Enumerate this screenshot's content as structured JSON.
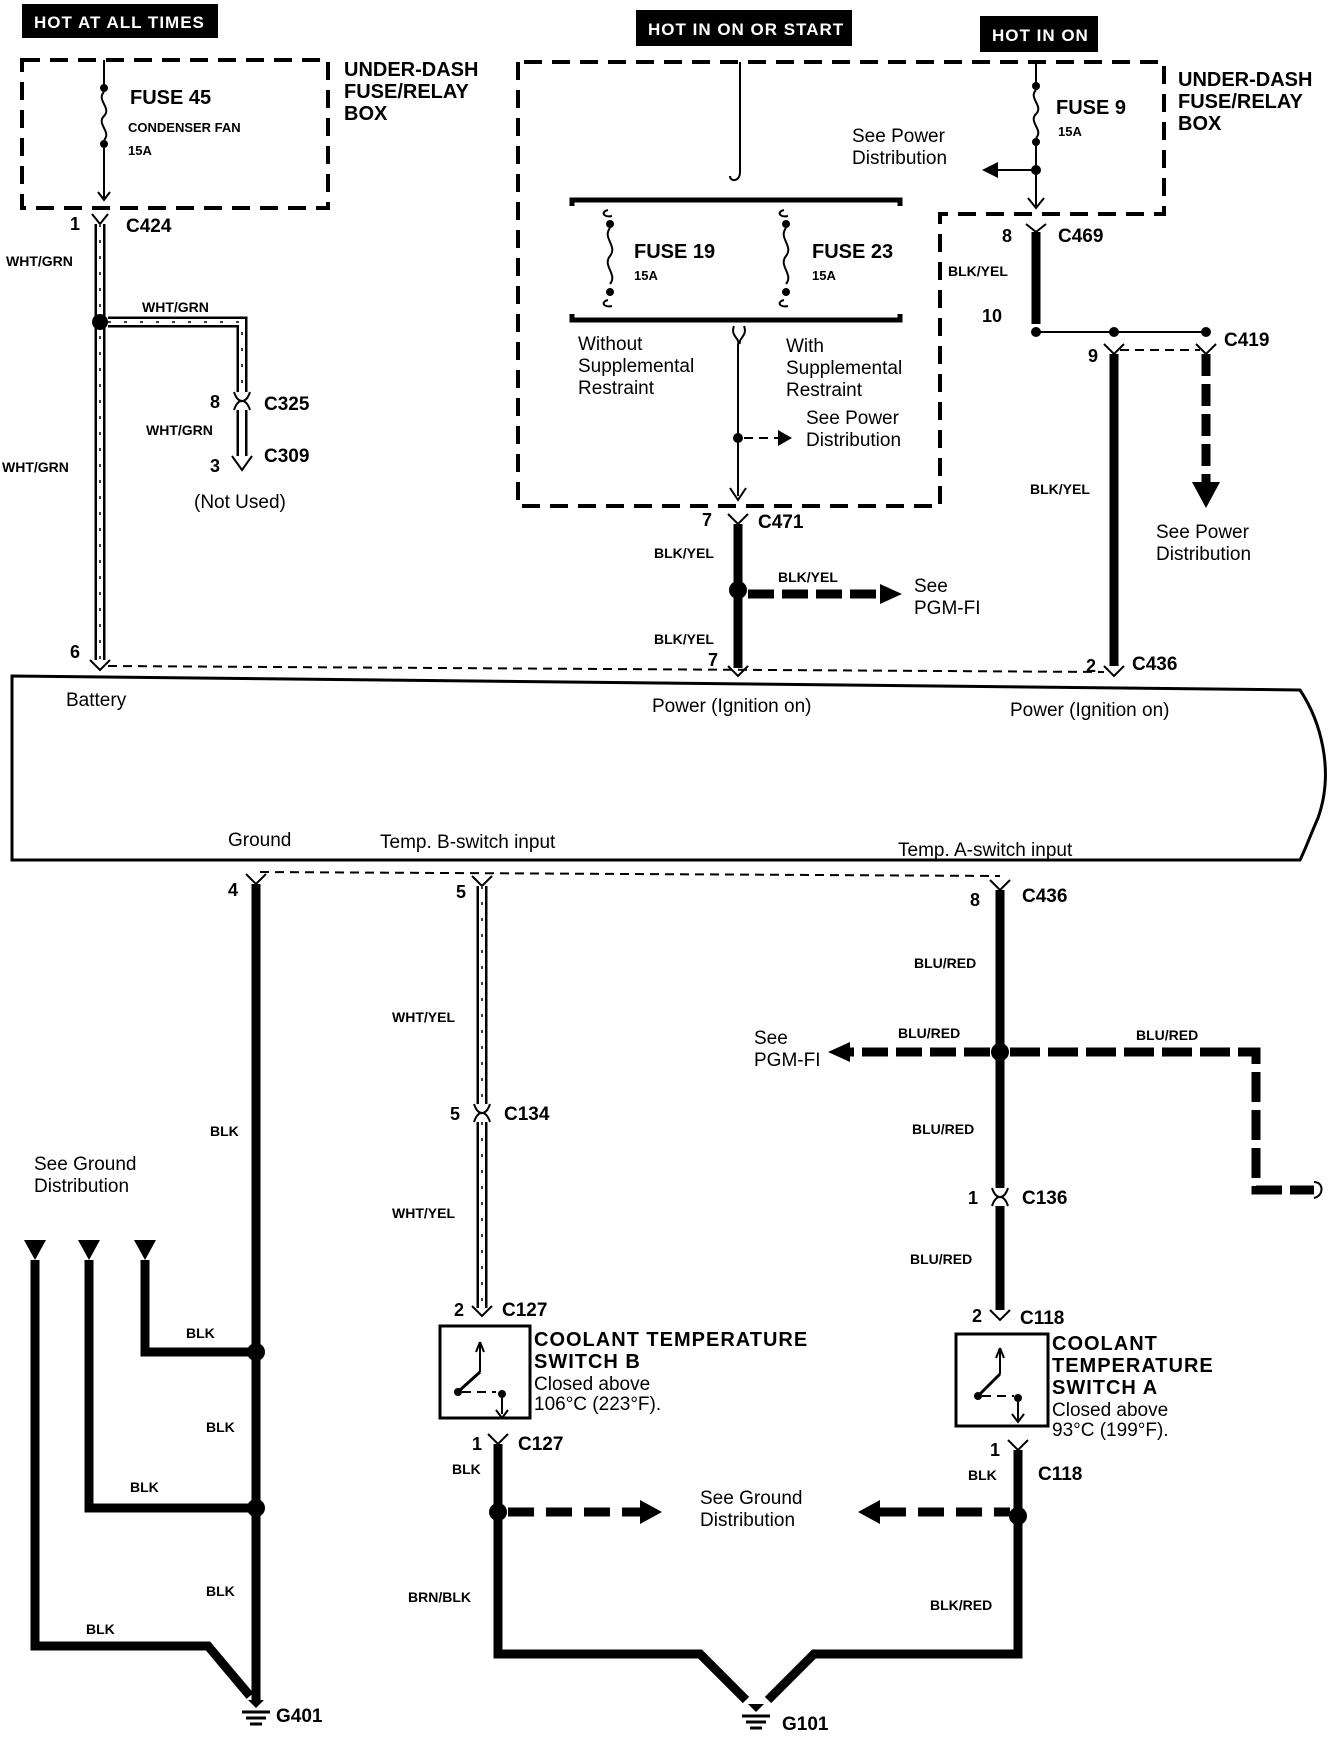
{
  "headers": {
    "hot_all_times": "HOT AT ALL TIMES",
    "hot_on_start": "HOT IN ON OR START",
    "hot_on": "HOT IN ON"
  },
  "fuse_boxes": {
    "left_label": "UNDER-DASH FUSE/RELAY BOX",
    "right_label": "UNDER-DASH FUSE/RELAY BOX"
  },
  "fuses": {
    "f45": {
      "name": "FUSE 45",
      "desc": "CONDENSER FAN",
      "rating": "15A"
    },
    "f19": {
      "name": "FUSE 19",
      "rating": "15A"
    },
    "f23": {
      "name": "FUSE 23",
      "rating": "15A"
    },
    "f9": {
      "name": "FUSE 9",
      "rating": "15A"
    }
  },
  "notes": {
    "without_srs": "Without Supplemental Restraint",
    "with_srs": "With Supplemental Restraint",
    "see_power_1": "See Power Distribution",
    "see_power_2": "See Power Distribution",
    "see_power_3": "See Power Distribution",
    "not_used": "(Not Used)",
    "see_pgmfi_1": "See PGM-FI",
    "see_pgmfi_2": "See PGM-FI",
    "see_ground_1": "See Ground Distribution",
    "see_ground_2": "See Ground Distribution"
  },
  "connectors": {
    "c424": "C424",
    "c325": "C325",
    "c309": "C309",
    "c471": "C471",
    "c469": "C469",
    "c419": "C419",
    "c436_top": "C436",
    "c436_bot": "C436",
    "c134": "C134",
    "c127_top": "C127",
    "c127_bot": "C127",
    "c136": "C136",
    "c118_top": "C118",
    "c118_bot": "C118"
  },
  "pins": {
    "c424": "1",
    "c325": "8",
    "c309": "3",
    "c471": "7",
    "c469": "8",
    "j10": "10",
    "c419": "9",
    "ecu_bat": "6",
    "ecu_pwr1": "7",
    "ecu_pwr2": "2",
    "ecu_gnd": "4",
    "ecu_tb": "5",
    "ecu_ta": "8",
    "c134": "5",
    "c127_top": "2",
    "c127_bot": "1",
    "c136": "1",
    "c118_top": "2",
    "c118_bot": "1"
  },
  "wires": {
    "wg1": "WHT/GRN",
    "wg2": "WHT/GRN",
    "wg3": "WHT/GRN",
    "wg4": "WHT/GRN",
    "by1": "BLK/YEL",
    "by2": "BLK/YEL",
    "by3": "BLK/YEL",
    "by4": "BLK/YEL",
    "by5": "BLK/YEL",
    "wy1": "WHT/YEL",
    "wy2": "WHT/YEL",
    "br1": "BLU/RED",
    "br2": "BLU/RED",
    "br3": "BLU/RED",
    "br4": "BLU/RED",
    "br5": "BLU/RED",
    "blk1": "BLK",
    "blk2": "BLK",
    "blk3": "BLK",
    "blk4": "BLK",
    "blk5": "BLK",
    "blk6": "BLK",
    "blk7": "BLK",
    "blk8": "BLK",
    "brnblk": "BRN/BLK",
    "blkred": "BLK/RED"
  },
  "ecu_pins": {
    "battery": "Battery",
    "power1": "Power (Ignition on)",
    "power2": "Power (Ignition on)",
    "ground": "Ground",
    "temp_b": "Temp. B-switch input",
    "temp_a": "Temp. A-switch input"
  },
  "switches": {
    "b": {
      "l1": "COOLANT TEMPERATURE",
      "l2": "SWITCH B",
      "l3": "Closed above",
      "l4": "106°C (223°F)."
    },
    "a": {
      "l1": "COOLANT",
      "l2": "TEMPERATURE",
      "l3": "SWITCH A",
      "l4": "Closed above",
      "l5": "93°C (199°F)."
    }
  },
  "grounds": {
    "g401": "G401",
    "g101": "G101"
  }
}
